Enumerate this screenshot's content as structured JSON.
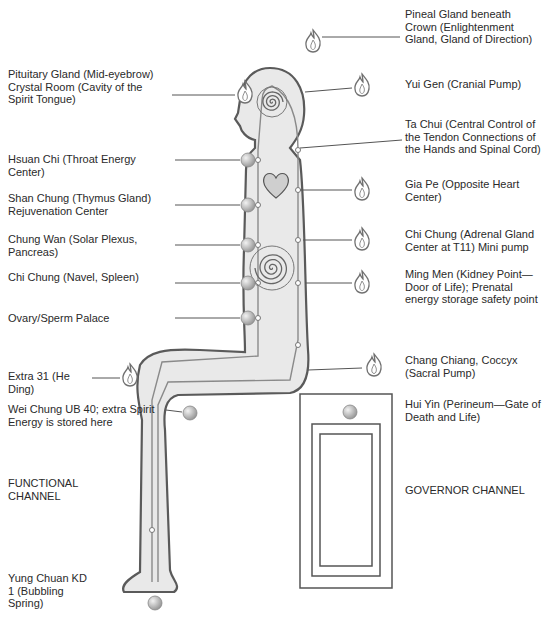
{
  "diagram": {
    "labels": [
      "Pineal Gland beneath Crown (Enlightenment Gland, Gland of Direction)",
      "Pituitary Gland (Mid-eyebrow) Crystal Room (Cavity of the Spirit Tongue)",
      "Yui Gen (Cranial Pump)",
      "Ta Chui (Central Control of the Tendon Connections of the Hands and Spinal Cord)",
      "Hsuan Chi (Throat Energy Center)",
      "Shan Chung (Thymus Gland) Rejuvenation Center",
      "Gia Pe (Opposite Heart Center)",
      "Chung Wan (Solar Plexus, Pancreas)",
      "Chi Chung (Adrenal Gland Center at T11) Mini pump",
      "Chi Chung (Navel, Spleen)",
      "Ming Men (Kidney Point—Door of Life); Prenatal energy storage safety point",
      "Ovary/Sperm Palace",
      "Extra 31 (He Ding)",
      "Chang Chiang, Coccyx (Sacral Pump)",
      "Hui Yin (Perineum—Gate of Death and Life)",
      "Wei Chung UB 40; extra Spirit Energy is stored here",
      "FUNCTIONAL CHANNEL",
      "GOVERNOR CHANNEL",
      "Yung Chuan KD 1 (Bubbling Spring)"
    ]
  }
}
